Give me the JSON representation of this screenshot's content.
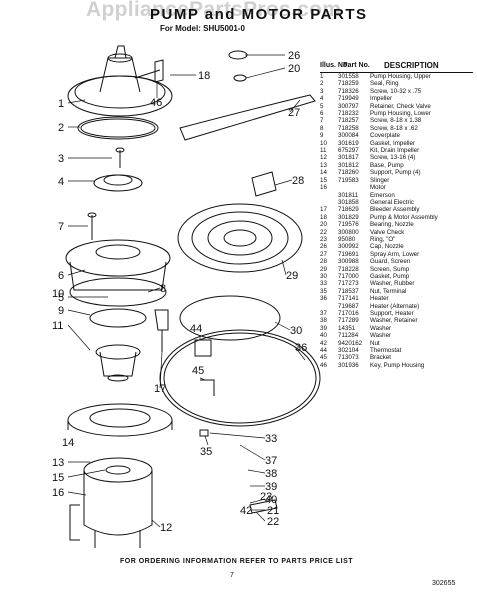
{
  "header": {
    "watermark": "AppliancePartsPros.com",
    "title": "PUMP and MOTOR PARTS",
    "model": "For Model: SHU5001-0"
  },
  "diagram_callouts": [
    "1",
    "2",
    "3",
    "4",
    "5",
    "6",
    "7",
    "8",
    "9",
    "10",
    "11",
    "12",
    "13",
    "14",
    "15",
    "16",
    "17",
    "18",
    "20",
    "21",
    "22",
    "23",
    "26",
    "27",
    "28",
    "29",
    "30",
    "33",
    "35",
    "36",
    "37",
    "38",
    "39",
    "40",
    "42",
    "44",
    "45",
    "46"
  ],
  "parts_table": {
    "headers": {
      "illus": "Illus. No.",
      "part": "Part No.",
      "desc": "DESCRIPTION"
    },
    "rows": [
      {
        "no": "1",
        "part": "301558",
        "desc": "Pump Housing, Upper"
      },
      {
        "no": "2",
        "part": "718259",
        "desc": "Seal, Ring"
      },
      {
        "no": "3",
        "part": "718326",
        "desc": "Screw, 10-32 x .75"
      },
      {
        "no": "4",
        "part": "719949",
        "desc": "Impeller"
      },
      {
        "no": "5",
        "part": "300797",
        "desc": "Retainer, Check Valve"
      },
      {
        "no": "6",
        "part": "718232",
        "desc": "Pump Housing, Lower"
      },
      {
        "no": "7",
        "part": "718257",
        "desc": "Screw, 8-18 x 1.38"
      },
      {
        "no": "8",
        "part": "718258",
        "desc": "Screw, 8-18 x .62"
      },
      {
        "no": "9",
        "part": "300084",
        "desc": "Coverplate"
      },
      {
        "no": "10",
        "part": "301619",
        "desc": "Gasket, Impeller"
      },
      {
        "no": "11",
        "part": "675297",
        "desc": "Kit, Drain Impeller"
      },
      {
        "no": "12",
        "part": "301817",
        "desc": "Screw, 13-16 (4)"
      },
      {
        "no": "13",
        "part": "301812",
        "desc": "Base, Pump"
      },
      {
        "no": "14",
        "part": "718260",
        "desc": "Support, Pump (4)"
      },
      {
        "no": "15",
        "part": "719583",
        "desc": "Slinger"
      },
      {
        "no": "16",
        "part": "",
        "desc": "Motor"
      },
      {
        "no": "",
        "part": "301811",
        "desc": "Emerson"
      },
      {
        "no": "",
        "part": "301858",
        "desc": "General Electric"
      },
      {
        "no": "17",
        "part": "718629",
        "desc": "Bleeder Assembly"
      },
      {
        "no": "18",
        "part": "301829",
        "desc": "Pump & Motor Assembly"
      },
      {
        "no": "20",
        "part": "719576",
        "desc": "Bearing, Nozzle"
      },
      {
        "no": "22",
        "part": "300800",
        "desc": "Valve Check"
      },
      {
        "no": "23",
        "part": "95080",
        "desc": "Ring, \"O\""
      },
      {
        "no": "26",
        "part": "300992",
        "desc": "Cap, Nozzle"
      },
      {
        "no": "27",
        "part": "719691",
        "desc": "Spray Arm, Lower"
      },
      {
        "no": "28",
        "part": "300988",
        "desc": "Guard, Screen"
      },
      {
        "no": "29",
        "part": "718228",
        "desc": "Screen, Sump"
      },
      {
        "no": "30",
        "part": "717000",
        "desc": "Gasket, Pump"
      },
      {
        "no": "33",
        "part": "717273",
        "desc": "Washer, Rubber"
      },
      {
        "no": "35",
        "part": "718537",
        "desc": "Nut, Terminal"
      },
      {
        "no": "36",
        "part": "717141",
        "desc": "Heater"
      },
      {
        "no": "",
        "part": "719687",
        "desc": "Heater (Alternate)"
      },
      {
        "no": "37",
        "part": "717016",
        "desc": "Support, Heater"
      },
      {
        "no": "38",
        "part": "717289",
        "desc": "Washer, Retainer"
      },
      {
        "no": "39",
        "part": "14351",
        "desc": "Washer"
      },
      {
        "no": "40",
        "part": "711284",
        "desc": "Washer"
      },
      {
        "no": "42",
        "part": "9420162",
        "desc": "Nut"
      },
      {
        "no": "44",
        "part": "302104",
        "desc": "Thermostat"
      },
      {
        "no": "45",
        "part": "713073",
        "desc": "Bracket"
      },
      {
        "no": "46",
        "part": "301936",
        "desc": "Key, Pump Housing"
      }
    ]
  },
  "footer": {
    "note": "FOR ORDERING INFORMATION REFER TO PARTS PRICE LIST",
    "page": "7",
    "doc_number": "302655"
  }
}
